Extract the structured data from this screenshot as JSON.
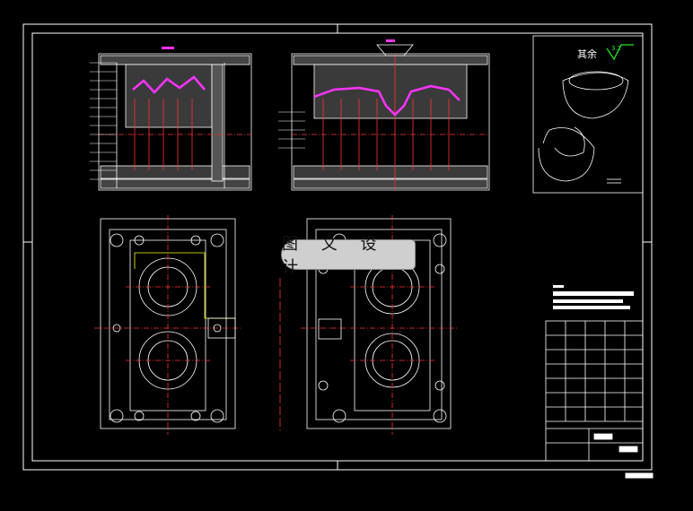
{
  "watermark": {
    "text": "图 文 设 计"
  },
  "surface_note": {
    "label": "其余",
    "roughness_value": "3.2"
  },
  "colors": {
    "background": "#000000",
    "line": "#ffffff",
    "centerline": "#ff2020",
    "cavity": "#ff33ff",
    "leader": "#ffff00",
    "roughness": "#22ee22"
  }
}
